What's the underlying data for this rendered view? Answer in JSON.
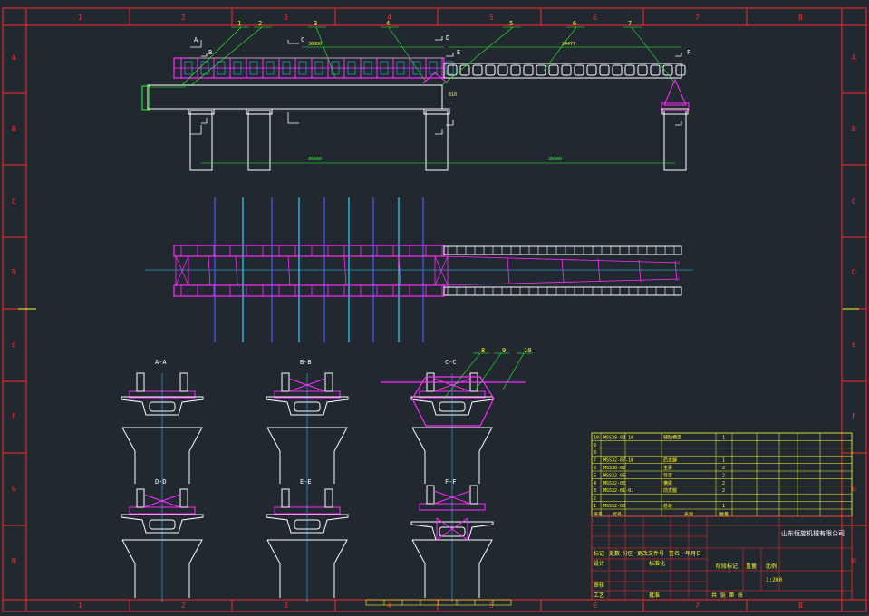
{
  "colors": {
    "background": "#212830",
    "frame": "#ff2a2a",
    "line": "#ffffff",
    "magenta": "#ff2aff",
    "cyan": "#2ad4ff",
    "yellow": "#ffff2a",
    "green": "#2aff2a",
    "blue": "#4a5aff"
  },
  "border": {
    "top_numbers": [
      "1",
      "2",
      "3",
      "4",
      "5",
      "6",
      "7",
      "8"
    ],
    "bottom_numbers": [
      "1",
      "2",
      "3",
      "4",
      "5",
      "6",
      "7",
      "8"
    ],
    "side_letters": [
      "A",
      "B",
      "C",
      "D",
      "E",
      "F",
      "G",
      "H"
    ]
  },
  "elevation": {
    "balloons": [
      "1",
      "2",
      "3",
      "4",
      "5",
      "6",
      "7"
    ],
    "section_marks": [
      "A",
      "B",
      "C",
      "D",
      "E",
      "F"
    ],
    "dim_top_left": "36000",
    "dim_top_right": "24477",
    "dim_span_1": "35000",
    "dim_span_2": "35000",
    "dim_small": "810"
  },
  "sections": {
    "titles": [
      "A-A",
      "B-B",
      "C-C",
      "D-D",
      "E-E",
      "F-F"
    ],
    "balloons": [
      "8",
      "9",
      "10"
    ]
  },
  "bom": {
    "rows": [
      {
        "no": "10",
        "code": "MSS38-03-10",
        "name": "辅助横梁",
        "qty": "1"
      },
      {
        "no": "9",
        "code": "",
        "name": "",
        "qty": ""
      },
      {
        "no": "8",
        "code": "",
        "name": "",
        "qty": ""
      },
      {
        "no": "7",
        "code": "MSS32-07-10",
        "name": "后支腿",
        "qty": "1"
      },
      {
        "no": "6",
        "code": "MSS38-02",
        "name": "主梁",
        "qty": "2"
      },
      {
        "no": "5",
        "code": "MSS32-06",
        "name": "导梁",
        "qty": "2"
      },
      {
        "no": "4",
        "code": "MSS32-05",
        "name": "横梁",
        "qty": "2"
      },
      {
        "no": "3",
        "code": "MSS32-01-01",
        "name": "前支腿",
        "qty": "2"
      },
      {
        "no": "2",
        "code": "",
        "name": "",
        "qty": ""
      },
      {
        "no": "1",
        "code": "MSS32-00",
        "name": "总装",
        "qty": "1"
      }
    ],
    "header": [
      "序号",
      "代号",
      "名称",
      "数量"
    ]
  },
  "titleblock": {
    "company": "山东恒旋机械有限公司",
    "rev_headers": [
      "标记",
      "处数",
      "分区",
      "更改文件号",
      "签名",
      "年月日"
    ],
    "design": "设计",
    "standard": "标准化",
    "stage": "阶段标记",
    "weight": "重量",
    "scale": "比例",
    "scale_value": "1:200",
    "review": "审核",
    "process": "工艺",
    "approve": "批准",
    "sheets": "共  张  第  张"
  }
}
